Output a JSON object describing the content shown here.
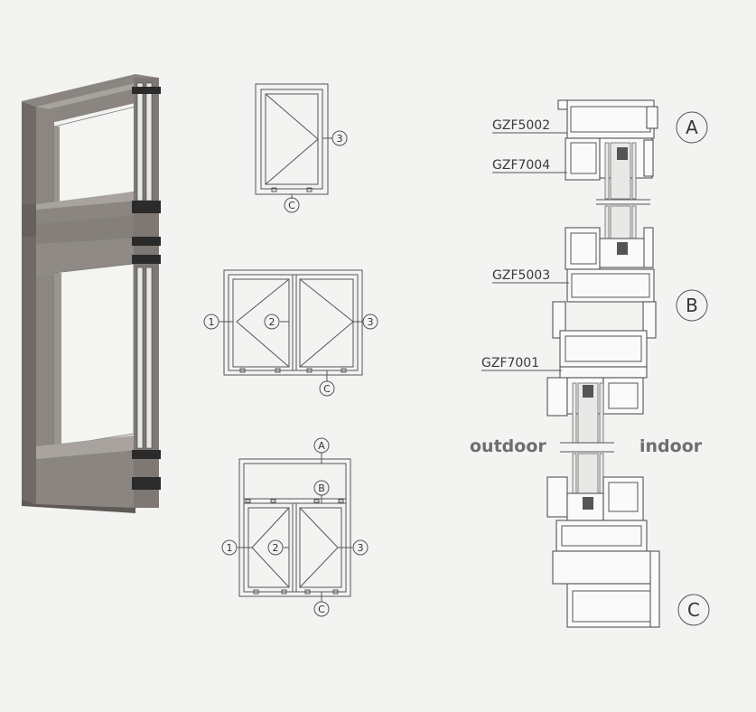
{
  "profiles": {
    "gzf5002": "GZF5002",
    "gzf7004": "GZF7004",
    "gzf5003": "GZF5003",
    "gzf7001": "GZF7001"
  },
  "sections": {
    "a": "A",
    "b": "B",
    "c": "C"
  },
  "sides": {
    "outdoor": "outdoor",
    "indoor": "indoor"
  },
  "markers": {
    "one": "1",
    "two": "2",
    "three": "3",
    "a": "A",
    "b": "B",
    "c": "C"
  },
  "colors": {
    "frame": "#8a8580",
    "frame_dark": "#6f6a65",
    "frame_light": "#a8a39e",
    "line": "#555555",
    "side_text": "#6e6e6e"
  }
}
